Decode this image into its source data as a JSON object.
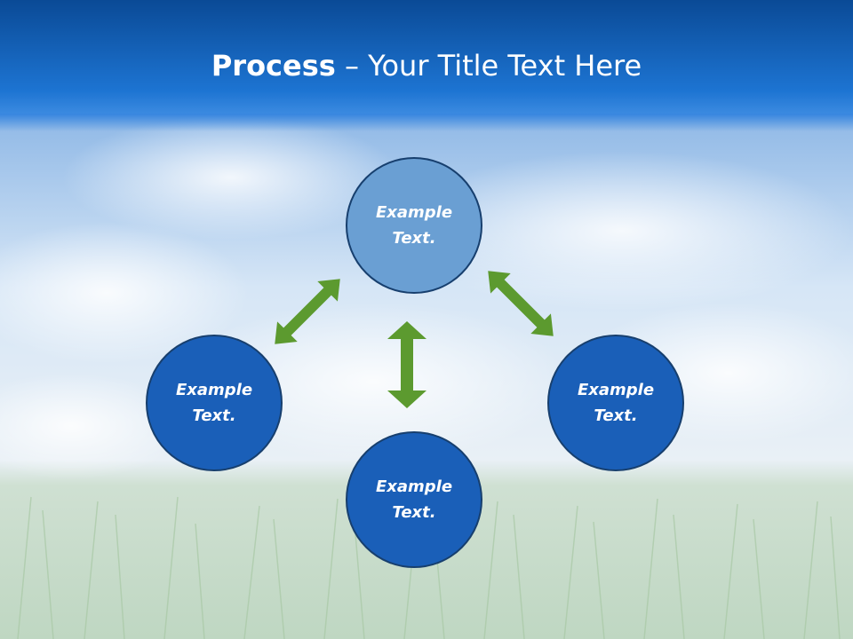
{
  "title": {
    "bold": "Process",
    "rest": " – Your Title Text Here"
  },
  "colors": {
    "header_top": "#0a4a96",
    "header_bottom": "#1d74d2",
    "node_light": "#6a9fd3",
    "node_dark": "#1a5fb8",
    "node_border": "#173f6e",
    "arrow": "#5c9a2f"
  },
  "nodes": {
    "top": "Example\nText.",
    "left": "Example\nText.",
    "right": "Example\nText.",
    "bottom": "Example\nText."
  }
}
